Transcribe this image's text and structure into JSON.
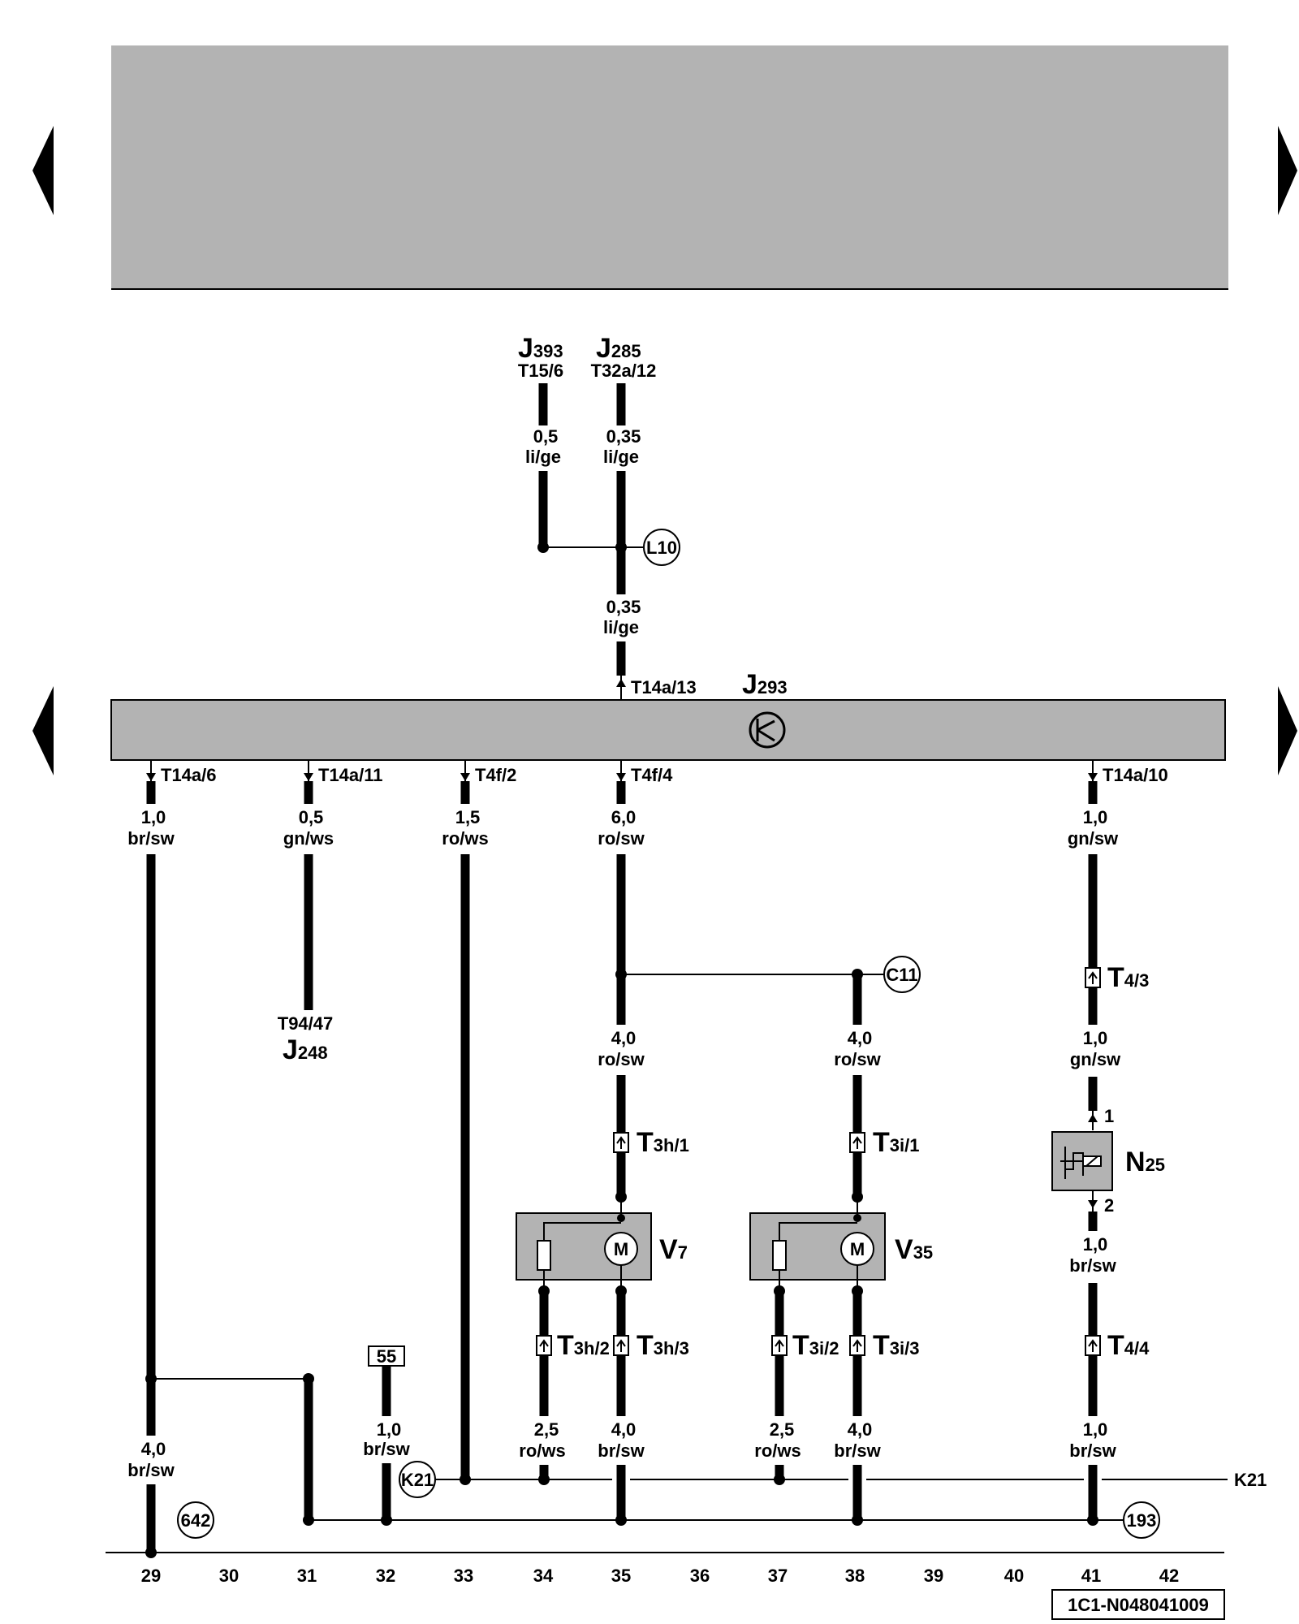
{
  "diagram_code": "1C1-N048041009",
  "ruler": [
    "29",
    "30",
    "31",
    "32",
    "33",
    "34",
    "35",
    "36",
    "37",
    "38",
    "39",
    "40",
    "41",
    "42"
  ],
  "control_unit": {
    "letter": "J",
    "sub": "293"
  },
  "top_components": [
    {
      "letter": "J",
      "sub": "393",
      "pin": "T15/6",
      "wire": [
        "0,5",
        "li/ge"
      ]
    },
    {
      "letter": "J",
      "sub": "285",
      "pin": "T32a/12",
      "wire": [
        "0,35",
        "li/ge"
      ]
    }
  ],
  "upper_wire": [
    "0,35",
    "li/ge"
  ],
  "upper_pin": "T14a/13",
  "pins": [
    "T14a/6",
    "T14a/11",
    "T4f/2",
    "T4f/4",
    "T14a/10"
  ],
  "wires": {
    "w29": [
      "1,0",
      "br/sw"
    ],
    "w31": [
      "0,5",
      "gn/ws"
    ],
    "w33": [
      "1,5",
      "ro/ws"
    ],
    "w35": [
      "6,0",
      "ro/sw"
    ],
    "w41": [
      "1,0",
      "gn/sw"
    ],
    "w35b": [
      "4,0",
      "ro/sw"
    ],
    "w38b": [
      "4,0",
      "ro/sw"
    ],
    "w41b": [
      "1,0",
      "gn/sw"
    ],
    "w41c": [
      "1,0",
      "br/sw"
    ],
    "w34": [
      "2,5",
      "ro/ws"
    ],
    "w35c": [
      "4,0",
      "br/sw"
    ],
    "w37": [
      "2,5",
      "ro/ws"
    ],
    "w38c": [
      "4,0",
      "br/sw"
    ],
    "w41d": [
      "1,0",
      "br/sw"
    ],
    "w29b": [
      "4,0",
      "br/sw"
    ],
    "w32": [
      "1,0",
      "br/sw"
    ]
  },
  "j248": {
    "pin": "T94/47",
    "letter": "J",
    "sub": "248"
  },
  "connectors": {
    "t3h1": {
      "main": "T",
      "sub": "3h/1"
    },
    "t3h2": {
      "main": "T",
      "sub": "3h/2"
    },
    "t3h3": {
      "main": "T",
      "sub": "3h/3"
    },
    "t3i1": {
      "main": "T",
      "sub": "3i/1"
    },
    "t3i2": {
      "main": "T",
      "sub": "3i/2"
    },
    "t3i3": {
      "main": "T",
      "sub": "3i/3"
    },
    "t43": {
      "main": "T",
      "sub": "4/3"
    },
    "t44": {
      "main": "T",
      "sub": "4/4"
    }
  },
  "refs": {
    "l10": "L10",
    "c11": "C11",
    "k21": "K21",
    "k21_edge": "K21",
    "r642": "642",
    "r193": "193",
    "terminal": "55"
  },
  "v7": {
    "letter": "V",
    "sub": "7"
  },
  "v35": {
    "letter": "V",
    "sub": "35"
  },
  "n25": {
    "letter": "N",
    "sub": "25",
    "pin1": "1",
    "pin2": "2"
  },
  "motor_symbol": "M"
}
